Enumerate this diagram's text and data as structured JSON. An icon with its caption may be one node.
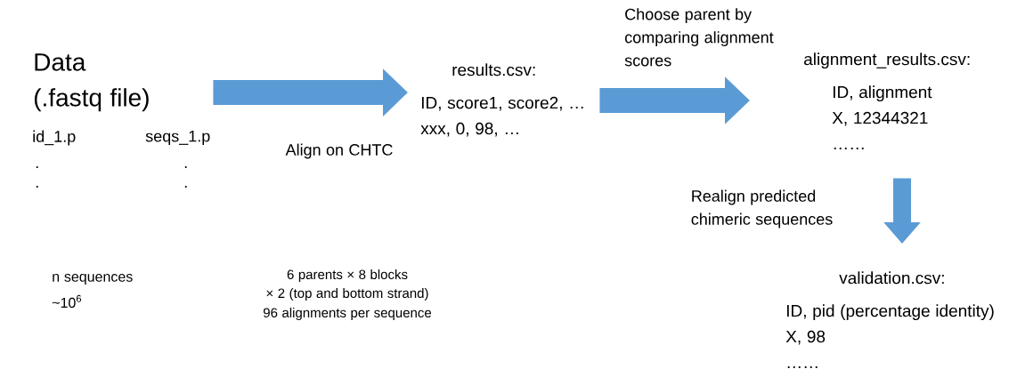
{
  "diagram": {
    "nodes": [
      {
        "text": [
          "Data (.fastq file)"
        ]
      },
      {
        "text": [
          "results.csv:",
          "ID, score1, score2, …",
          "xxx, 0, 98, …"
        ]
      },
      {
        "text": [
          "alignment_results.csv:",
          "ID, alignment",
          "X,   12344321",
          "……"
        ]
      },
      {
        "text": [
          "validation.csv:",
          "ID, pid (percentage identity)",
          "X, 98",
          "……"
        ]
      }
    ],
    "edges": [
      {
        "from": 0,
        "to": 1,
        "arrow": "to",
        "label": "Align on CHTC"
      },
      {
        "from": 1,
        "to": 2,
        "arrow": "to",
        "label": "Choose parent by comparing alignment scores"
      },
      {
        "from": 2,
        "to": 3,
        "arrow": "to",
        "label": "Realign predicted chimeric sequences"
      }
    ],
    "labels": [
      "id_1.p",
      "seqs_1.p",
      ".",
      ".",
      ".",
      ".",
      "n sequences",
      "~10$^{6}$",
      "6 parents × 8 blocks",
      "× 2 (top and bottom strand)",
      "96 alignments per sequence"
    ]
  }
}
